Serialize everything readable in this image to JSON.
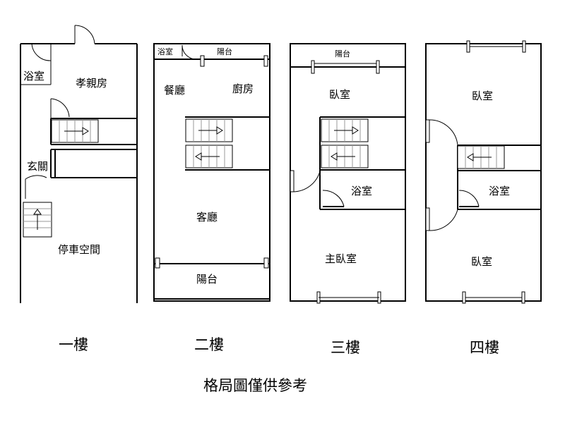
{
  "floors": [
    {
      "name": "一樓",
      "rooms": [
        "浴室",
        "孝親房",
        "玄關",
        "停車空間"
      ]
    },
    {
      "name": "二樓",
      "rooms": [
        "浴室",
        "陽台",
        "餐廳",
        "廚房",
        "客廳",
        "陽台"
      ]
    },
    {
      "name": "三樓",
      "rooms": [
        "陽台",
        "臥室",
        "浴室",
        "主臥室"
      ]
    },
    {
      "name": "四樓",
      "rooms": [
        "臥室",
        "浴室",
        "臥室"
      ]
    }
  ],
  "note": "格局圖僅供參考"
}
